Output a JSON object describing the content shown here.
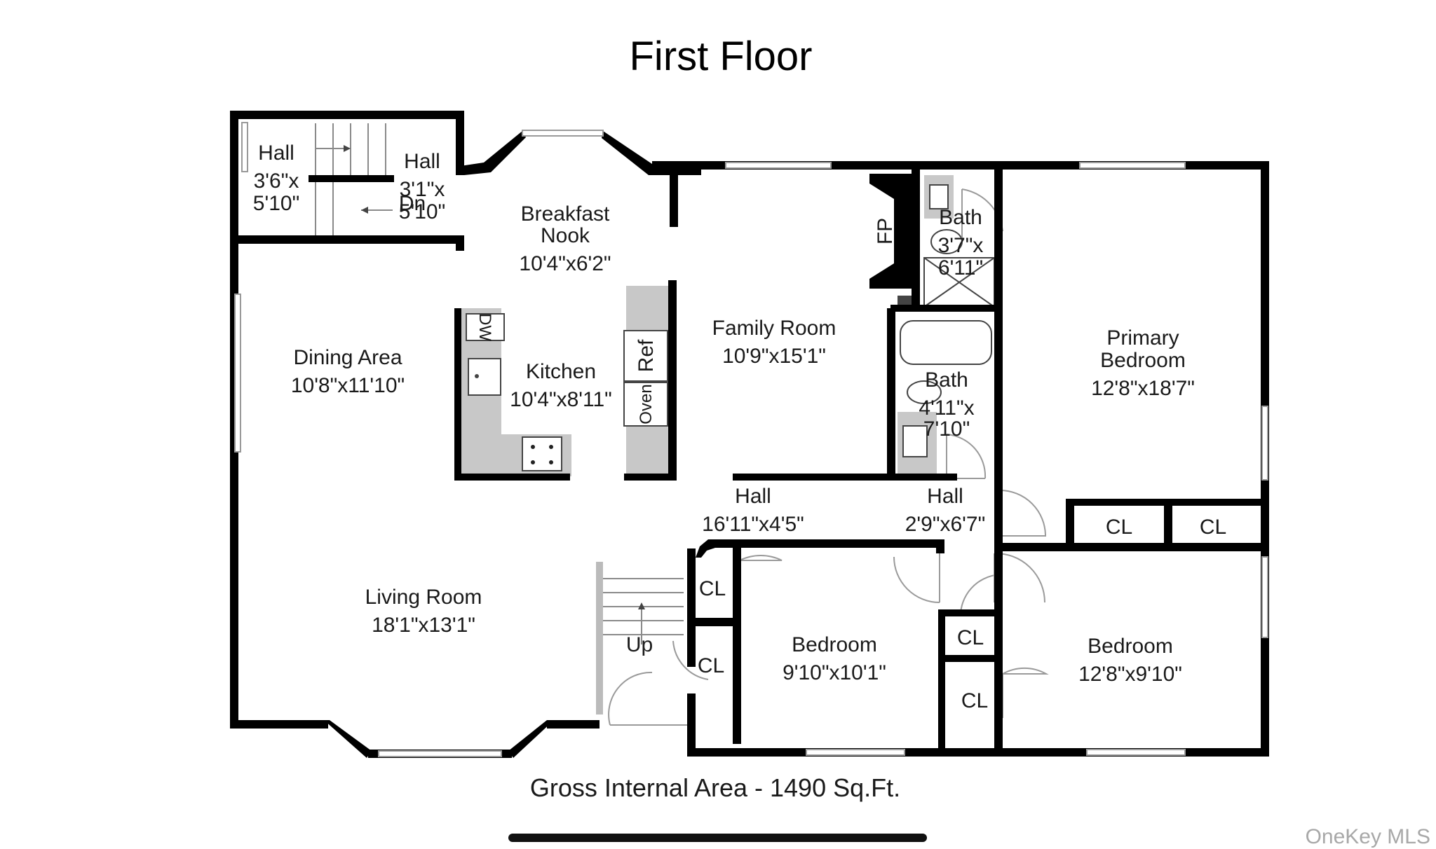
{
  "title": "First Floor",
  "footer": {
    "area": "Gross Internal Area - 1490 Sq.Ft.",
    "watermark": "OneKey MLS"
  },
  "rooms": {
    "hall_a": {
      "name": "Hall",
      "l1": "3'6\"x",
      "l2": "5'10\""
    },
    "hall_b": {
      "name": "Hall",
      "l1": "3'1\"x",
      "l2": "5'10\""
    },
    "breakfast": {
      "name1": "Breakfast",
      "name2": "Nook",
      "dims": "10'4\"x6'2\""
    },
    "family": {
      "name": "Family Room",
      "dims": "10'9\"x15'1\""
    },
    "bath_a": {
      "name": "Bath",
      "l1": "3'7\"x",
      "l2": "6'11\""
    },
    "bath_b": {
      "name": "Bath",
      "l1": "4'11\"x",
      "l2": "7'10\""
    },
    "primary": {
      "name1": "Primary",
      "name2": "Bedroom",
      "dims": "12'8\"x18'7\""
    },
    "dining": {
      "name": "Dining Area",
      "dims": "10'8\"x11'10\""
    },
    "kitchen": {
      "name": "Kitchen",
      "dims": "10'4\"x8'11\""
    },
    "hall_c": {
      "name": "Hall",
      "dims": "16'11\"x4'5\""
    },
    "hall_d": {
      "name": "Hall",
      "dims": "2'9\"x6'7\""
    },
    "living": {
      "name": "Living Room",
      "dims": "18'1\"x13'1\""
    },
    "bed_a": {
      "name": "Bedroom",
      "dims": "9'10\"x10'1\""
    },
    "bed_b": {
      "name": "Bedroom",
      "dims": "12'8\"x9'10\""
    }
  },
  "labels": {
    "closet": "CL",
    "fireplace": "FP",
    "dishwasher": "DW",
    "refrigerator": "Ref",
    "oven": "Oven",
    "stairs_up": "Up",
    "stairs_down": "Dn"
  }
}
